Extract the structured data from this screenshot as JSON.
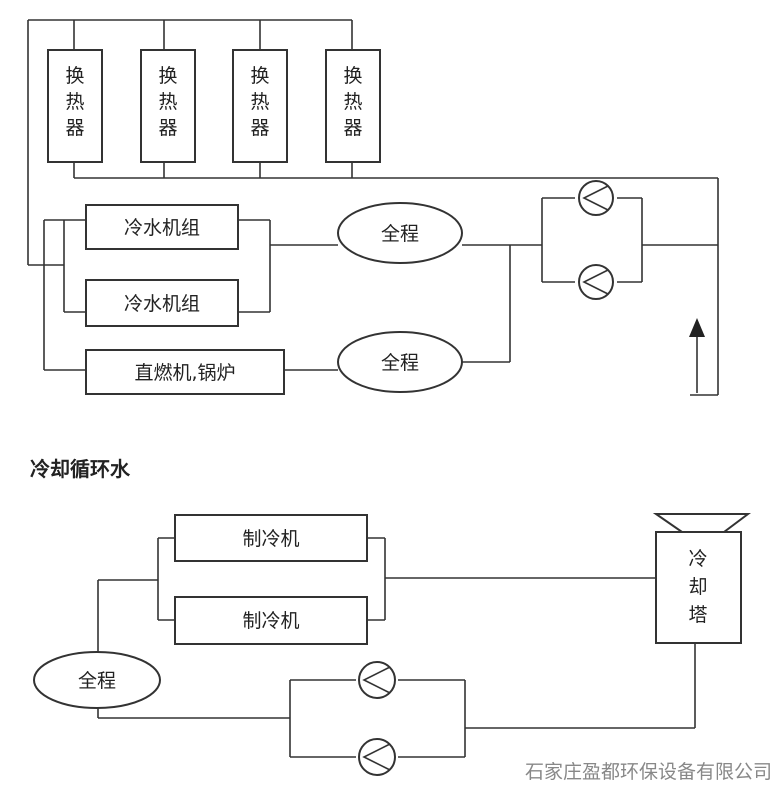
{
  "top_system": {
    "heat_exchanger_chars": [
      "换",
      "热",
      "器"
    ],
    "chiller_label": "冷水机组",
    "boiler_label": "直燃机,锅炉",
    "full_process_label": "全程"
  },
  "cooling_system": {
    "title": "冷却循环水",
    "refrigerator_label": "制冷机",
    "tower_chars": [
      "冷",
      "却",
      "塔"
    ],
    "full_process_label": "全程"
  },
  "footer": {
    "company": "石家庄盈都环保设备有限公司"
  }
}
